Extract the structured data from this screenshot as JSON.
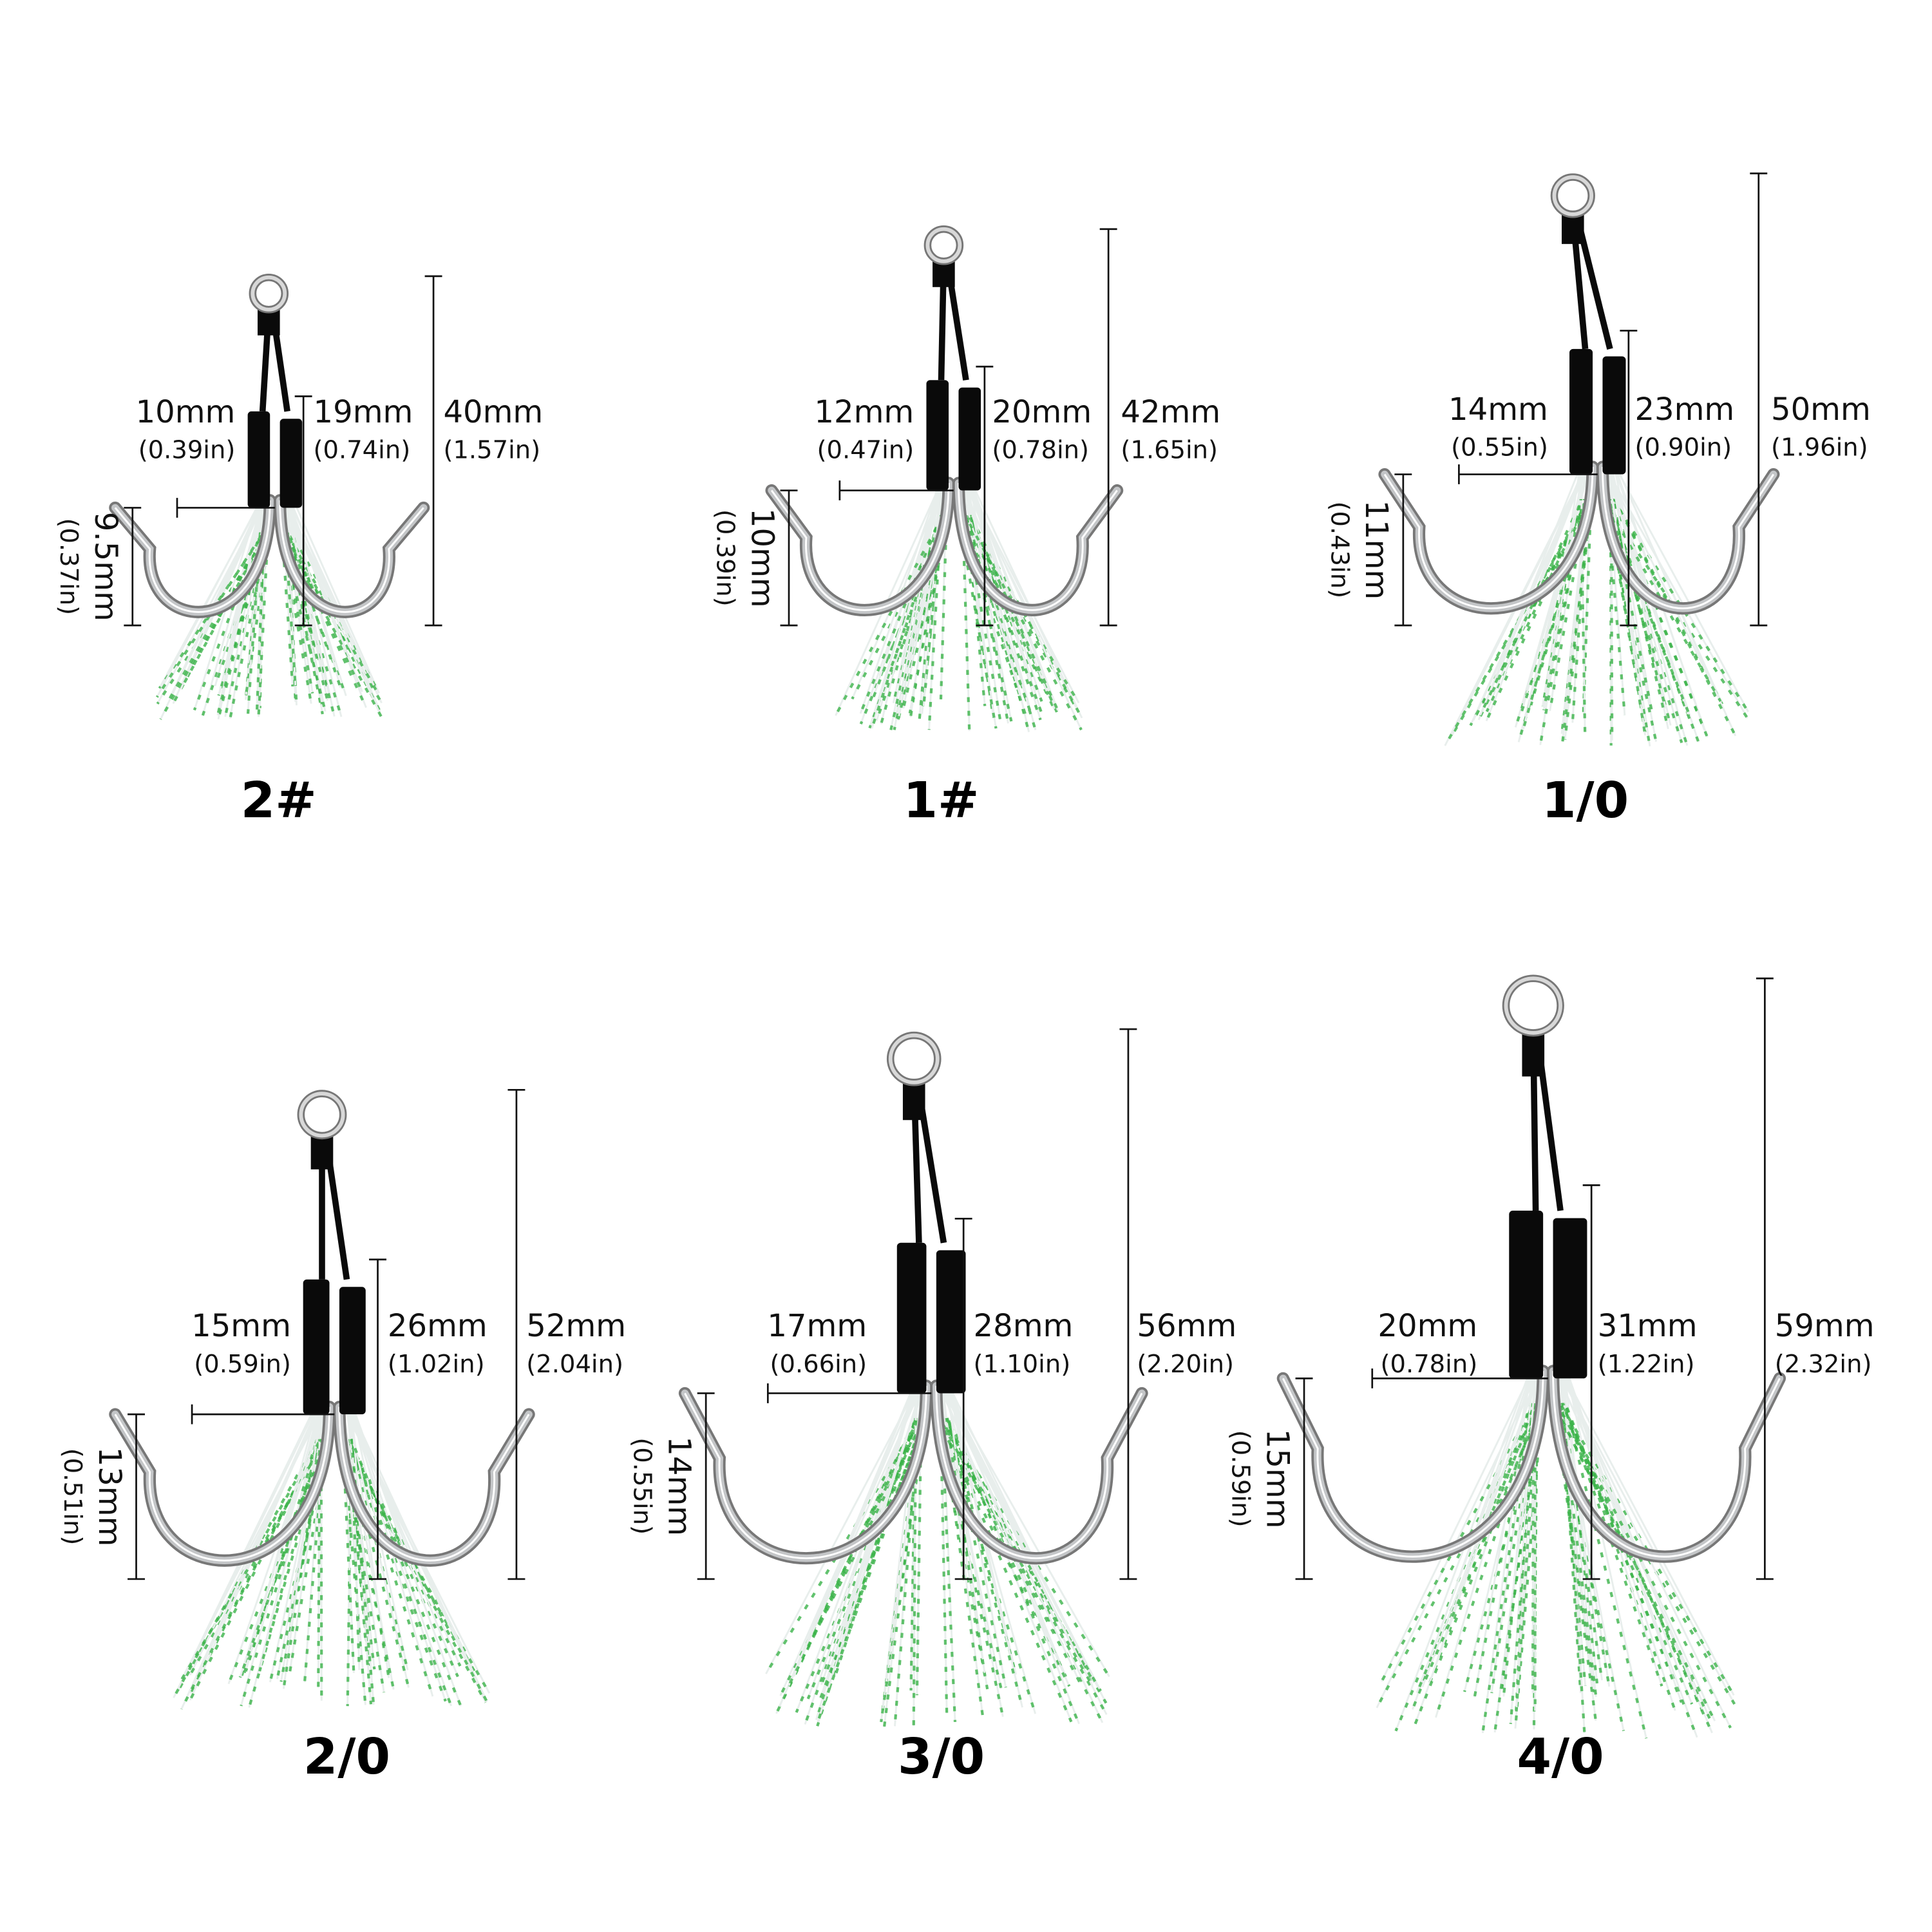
{
  "panels": [
    {
      "size": "2#",
      "shank_mm": "10mm",
      "shank_in": "(0.39in)",
      "length_mm": "19mm",
      "length_in": "(0.74in)",
      "total_mm": "40mm",
      "total_in": "(1.57in)",
      "gap_mm": "9.5mm",
      "gap_in": "(0.37in)"
    },
    {
      "size": "1#",
      "shank_mm": "12mm",
      "shank_in": "(0.47in)",
      "length_mm": "20mm",
      "length_in": "(0.78in)",
      "total_mm": "42mm",
      "total_in": "(1.65in)",
      "gap_mm": "10mm",
      "gap_in": "(0.39in)"
    },
    {
      "size": "1/0",
      "shank_mm": "14mm",
      "shank_in": "(0.55in)",
      "length_mm": "23mm",
      "length_in": "(0.90in)",
      "total_mm": "50mm",
      "total_in": "(1.96in)",
      "gap_mm": "11mm",
      "gap_in": "(0.43in)"
    },
    {
      "size": "2/0",
      "shank_mm": "15mm",
      "shank_in": "(0.59in)",
      "length_mm": "26mm",
      "length_in": "(1.02in)",
      "total_mm": "52mm",
      "total_in": "(2.04in)",
      "gap_mm": "13mm",
      "gap_in": "(0.51in)"
    },
    {
      "size": "3/0",
      "shank_mm": "17mm",
      "shank_in": "(0.66in)",
      "length_mm": "28mm",
      "length_in": "(1.10in)",
      "total_mm": "56mm",
      "total_in": "(2.20in)",
      "gap_mm": "14mm",
      "gap_in": "(0.55in)"
    },
    {
      "size": "4/0",
      "shank_mm": "20mm",
      "shank_in": "(0.78in)",
      "length_mm": "31mm",
      "length_in": "(1.22in)",
      "total_mm": "59mm",
      "total_in": "(2.32in)",
      "gap_mm": "15mm",
      "gap_in": "(0.59in)"
    }
  ],
  "colors": {
    "hook": "#c4c6c8",
    "cord": "#0a0a0a",
    "tassel": "#e8eeec",
    "flash": "#3cb44a"
  }
}
